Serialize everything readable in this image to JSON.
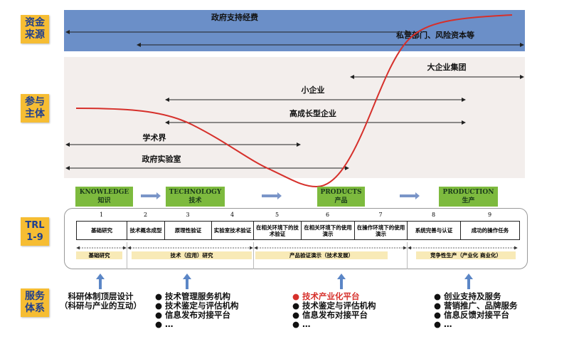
{
  "side_labels": {
    "funding": "资金\n来源",
    "participants": "参与\n主体",
    "trl": "TRL\n1-9",
    "services": "服务\n体系"
  },
  "funding": {
    "gov": "政府支持经费",
    "private": "私营部门、风险资本等"
  },
  "participants": {
    "large": "大企业集团",
    "small": "小企业",
    "growth": "高成长型企业",
    "academia": "学术界",
    "gov_lab": "政府实验室"
  },
  "stages": [
    {
      "en": "KNOWLEDGE",
      "zh": "知识"
    },
    {
      "en": "TECHNOLOGY",
      "zh": "技术"
    },
    {
      "en": "PRODUCTS",
      "zh": "产品"
    },
    {
      "en": "PRODUCTION",
      "zh": "生产"
    }
  ],
  "trl_levels": [
    {
      "n": "1",
      "label": "基础研究"
    },
    {
      "n": "2",
      "label": "技术概念成型"
    },
    {
      "n": "3",
      "label": "原理性验证"
    },
    {
      "n": "4",
      "label": "实验室技术验证"
    },
    {
      "n": "5",
      "label": "在相关环境下的技术验证"
    },
    {
      "n": "6",
      "label": "在相关环境下的使用演示"
    },
    {
      "n": "7",
      "label": "在操作环境下的使用演示"
    },
    {
      "n": "8",
      "label": "系统完善与认证"
    },
    {
      "n": "9",
      "label": "成功的操作任务"
    }
  ],
  "phases": [
    "基础研究",
    "技术（应用）研究",
    "产品验证演示（技术发展）",
    "竞争性生产（产业化 商业化）"
  ],
  "services": [
    {
      "items": [
        "科研体制顶层设计",
        "（科研与产业的互动）"
      ]
    },
    {
      "items": [
        "● 技术管理服务机构",
        "● 技术鉴定与评估机构",
        "● 信息发布对接平台",
        "● …"
      ]
    },
    {
      "highlight": "● 技术产业化平台",
      "items": [
        "● 技术鉴定与评估机构",
        "● 信息发布对接平台",
        "● …"
      ]
    },
    {
      "items": [
        "● 创业支持及服务",
        "● 营销推广、品牌服务",
        "● 信息反馈对接平台",
        "● …"
      ]
    }
  ],
  "colors": {
    "curve": "#d6302b",
    "blue_band": "#6b8fc8",
    "stage_green": "#7dba3e",
    "side_label": "#f6bd33"
  }
}
